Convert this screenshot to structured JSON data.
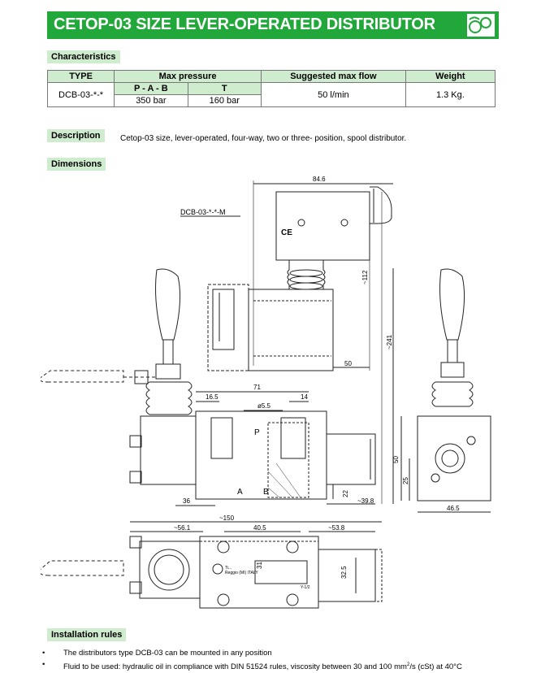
{
  "header": {
    "title": "CETOP-03 SIZE LEVER-OPERATED DISTRIBUTOR"
  },
  "characteristics": {
    "label": "Characteristics",
    "col_type": "TYPE",
    "col_max_pressure": "Max pressure",
    "col_flow": "Suggested max flow",
    "col_weight": "Weight",
    "sub_pab": "P - A - B",
    "sub_t": "T",
    "row_type": "DCB-03-*-*",
    "row_pab": "350 bar",
    "row_t": "160 bar",
    "row_flow": "50 l/min",
    "row_weight": "1.3 Kg."
  },
  "description": {
    "label": "Description",
    "text": "Cetop-03 size, lever-operated, four-way, two or three- position, spool distributor."
  },
  "dimensions": {
    "label": "Dimensions",
    "model": "DCB-03-*-*-M",
    "d_84_6": "84.6",
    "d_112": "~112",
    "d_241": "~241",
    "d_50a": "50",
    "d_71": "71",
    "d_16_5": "16.5",
    "d_5_5": "ø5.5",
    "d_14": "14",
    "p": "P",
    "a": "A",
    "b": "B",
    "d_36": "36",
    "d_22": "22",
    "d_39_8": "~39.8",
    "d_50b": "50",
    "d_25": "25",
    "d_46_5": "46.5",
    "d_150": "~150",
    "d_56_1": "~56.1",
    "d_40_5": "40.5",
    "d_53_8": "~53.8",
    "d_31": "31",
    "d_32_5": "32.5",
    "plate_brand": "Ti...",
    "plate_city": "Reggio (MI) ITALY",
    "plate_code": "Y-1/2",
    "ce": "CE"
  },
  "installation": {
    "label": "Installation rules",
    "bullet_char": "•",
    "rule1": "The distributors type DCB-03 can be mounted in any position",
    "rule2_pre": "Fluid to be used: hydraulic oil in compliance with DIN 51524  rules,  viscosity between 30 and 100 mm",
    "rule2_sup": "2",
    "rule2_post": "/s (cSt) at 40°C"
  }
}
